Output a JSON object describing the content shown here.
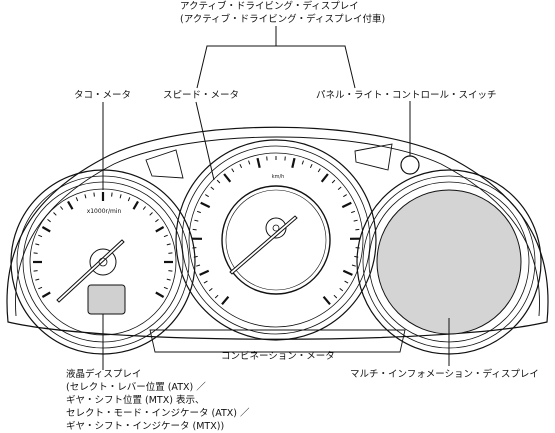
{
  "labels": {
    "active_display_title": "アクティブ・ドライビング・ディスプレイ",
    "active_display_note": "(アクティブ・ドライビング・ディスプレイ付車)",
    "tachometer": "タコ・メータ",
    "speedometer": "スピード・メータ",
    "panel_light_switch": "パネル・ライト・コントロール・スイッチ",
    "combination_meter": "コンビネーション・メータ",
    "multi_info_display": "マルチ・インフォメーション・ディスプレイ",
    "lcd_display": [
      "液晶ディスプレイ",
      "(セレクト・レバー位置 (ATX) ／",
      "ギヤ・シフト位置 (MTX) 表示、",
      "セレクト・モード・インジケータ (ATX) ／",
      "ギヤ・シフト・インジケータ (MTX))"
    ]
  },
  "gauge_units": {
    "tachometer": "x1000r/min",
    "speedometer": "km/h"
  },
  "colors": {
    "line": "#111111",
    "display_fill": "#d4d4d4",
    "lcd_fill": "#d0d0d0"
  }
}
